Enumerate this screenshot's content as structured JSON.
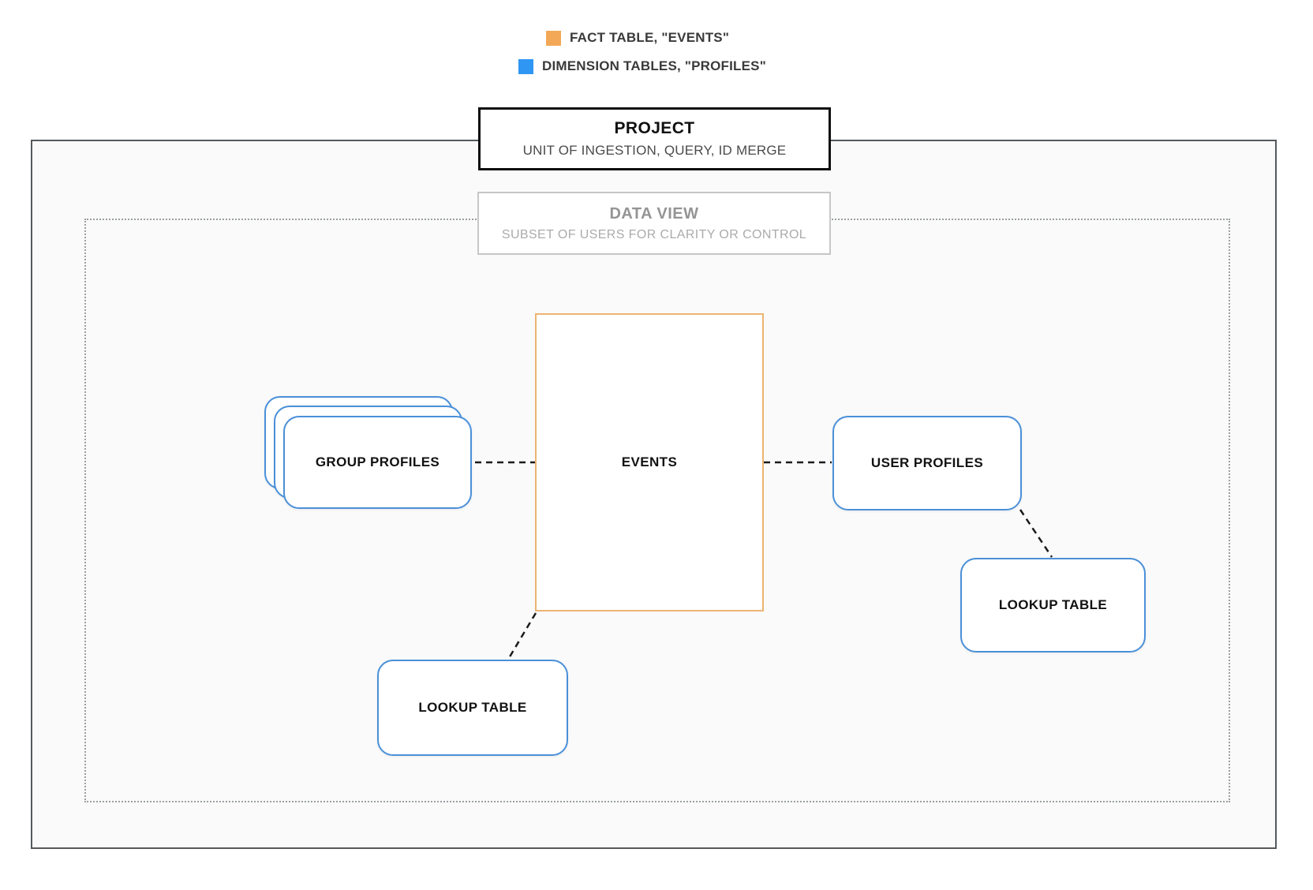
{
  "legend": {
    "items": [
      {
        "key": "fact",
        "label": "FACT TABLE, \"EVENTS\""
      },
      {
        "key": "dimension",
        "label": "DIMENSION TABLES, \"PROFILES\""
      }
    ]
  },
  "project": {
    "title": "PROJECT",
    "subtitle": "UNIT OF INGESTION, QUERY, ID MERGE"
  },
  "data_view": {
    "title": "DATA VIEW",
    "subtitle": "SUBSET OF USERS FOR CLARITY OR CONTROL"
  },
  "nodes": {
    "events": {
      "label": "EVENTS",
      "type": "fact"
    },
    "group_profiles": {
      "label": "GROUP PROFILES",
      "type": "dimension",
      "stacked": true
    },
    "user_profiles": {
      "label": "USER PROFILES",
      "type": "dimension"
    },
    "lookup_table_right": {
      "label": "LOOKUP TABLE",
      "type": "dimension"
    },
    "lookup_table_bottom": {
      "label": "LOOKUP TABLE",
      "type": "dimension"
    }
  },
  "connections": [
    {
      "from": "group_profiles",
      "to": "events",
      "style": "dashed"
    },
    {
      "from": "events",
      "to": "user_profiles",
      "style": "dashed"
    },
    {
      "from": "events",
      "to": "lookup_table_bottom",
      "style": "dashed"
    },
    {
      "from": "user_profiles",
      "to": "lookup_table_right",
      "style": "dashed"
    }
  ],
  "colors": {
    "fact": "#F3A857",
    "dimension": "#2F96F3",
    "dimension_border": "#4A90D9",
    "events_border": "#ECB473",
    "outer_border": "#55595C",
    "dotted_border": "#9B9FA3",
    "connector": "#1B1B1B",
    "legend_text": "#3A3A3A",
    "text_gray": "#4A4A4A",
    "muted_title": "#949494",
    "muted_subtitle": "#ABABAB"
  }
}
